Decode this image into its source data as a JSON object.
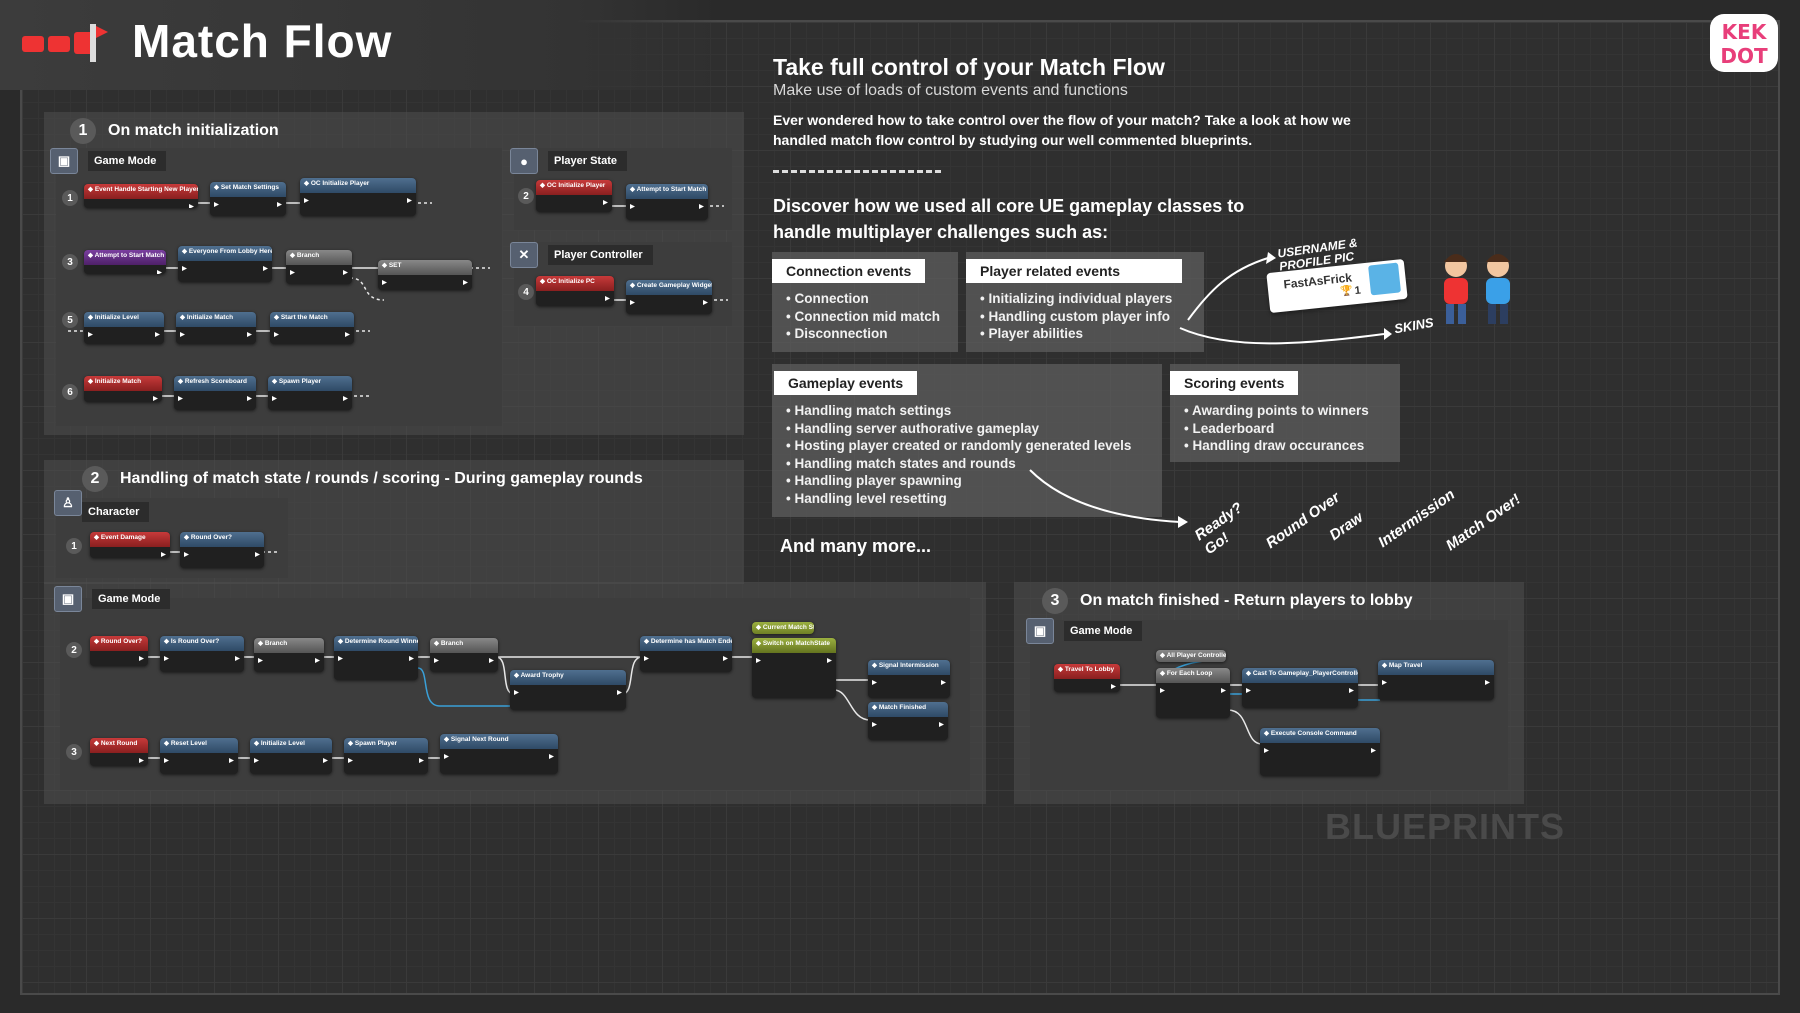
{
  "header": {
    "title": "Match Flow",
    "brand": "KEK DOT"
  },
  "intro": {
    "title": "Take full control of your Match Flow",
    "subtitle": "Make use of loads of custom events and functions",
    "body": "Ever wondered how to take control over the flow of your match? Take a look at how we handled match flow control by studying our well commented blueprints.",
    "heading": "Discover how we used all core UE gameplay classes to handle multiplayer challenges such as:"
  },
  "categories": {
    "connection": {
      "title": "Connection events",
      "items": [
        "Connection",
        "Connection mid match",
        "Disconnection"
      ]
    },
    "player": {
      "title": "Player related events",
      "items": [
        "Initializing individual players",
        "Handling custom player info",
        "Player abilities"
      ]
    },
    "gameplay": {
      "title": "Gameplay events",
      "items": [
        "Handling match settings",
        "Handling server authorative gameplay",
        "Hosting player created or randomly generated levels",
        "Handling match states and rounds",
        "Handling player spawning",
        "Handling level resetting"
      ]
    },
    "scoring": {
      "title": "Scoring events",
      "items": [
        "Awarding points to winners",
        "Leaderboard",
        "Handling draw occurances"
      ]
    }
  },
  "more": "And many more...",
  "decor": {
    "username_label": "USERNAME & PROFILE PIC",
    "player_name": "FastAsFrick",
    "player_score": "1",
    "skins_label": "SKINS",
    "states": [
      "Ready? Go!",
      "Round Over",
      "Draw",
      "Intermission",
      "Match Over!"
    ]
  },
  "watermark": "BLUEPRINTS",
  "sections": {
    "s1": {
      "number": "1",
      "title": "On match initialization",
      "classes": {
        "game_mode": "Game Mode",
        "player_state": "Player State",
        "player_controller": "Player Controller"
      },
      "steps": [
        "1",
        "3",
        "5",
        "6",
        "2",
        "4"
      ],
      "nodes": [
        "Event Handle Starting New Player",
        "Set Match Settings",
        "OC Initialize Player",
        "Attempt to Start Match",
        "Everyone From Lobby Here?",
        "Branch",
        "SET",
        "Initialize Level",
        "Initialize Match",
        "Start the Match",
        "Initialize Match",
        "Refresh Scoreboard",
        "Spawn Player",
        "OC Initialize Player",
        "Attempt to Start Match",
        "OC Initialize PC",
        "Create Gameplay Widget"
      ]
    },
    "s2": {
      "number": "2",
      "title": "Handling of match state / rounds / scoring - During gameplay rounds",
      "classes": {
        "character": "Character",
        "game_mode": "Game Mode"
      },
      "steps": [
        "1",
        "2",
        "3"
      ],
      "nodes": [
        "Event Damage",
        "Round Over?",
        "Round Over?",
        "Is Round Over?",
        "Branch",
        "Determine Round Winner",
        "Branch",
        "Award Trophy",
        "Determine has Match Ended?",
        "Current Match State",
        "Switch on MatchState",
        "Signal Intermission",
        "Match Finished",
        "Next Round",
        "Reset Level",
        "Initialize Level",
        "Spawn Player",
        "Signal Next Round"
      ]
    },
    "s3": {
      "number": "3",
      "title": "On match finished - Return players to lobby",
      "classes": {
        "game_mode": "Game Mode"
      },
      "nodes": [
        "Travel To Lobby",
        "All Player Controllers",
        "For Each Loop",
        "Cast To Gameplay_PlayerController",
        "Map Travel",
        "Execute Console Command"
      ]
    }
  }
}
